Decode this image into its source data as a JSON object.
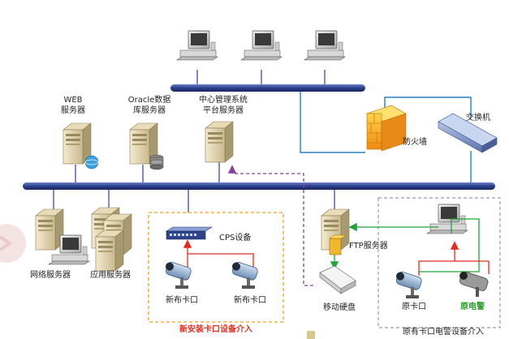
{
  "labels": {
    "web_server": [
      "WEB",
      "服务器"
    ],
    "oracle_server": [
      "Oracle数据",
      "库服务器"
    ],
    "center_server": [
      "中心管理系统",
      "平台服务器"
    ],
    "firewall": "防火墙",
    "switch": "交换机",
    "network_server": "网络服务器",
    "app_server": "应用服务器",
    "cps_device": "CPS设备",
    "new_checkpoint_1": "新布卡口",
    "new_checkpoint_2": "新布卡口",
    "new_group_title": "新安装卡口设备介入",
    "ftp_server": "FTP服务器",
    "mobile_disk": "移动硬盘",
    "orig_checkpoint": "原卡口",
    "orig_telecom": "原电警",
    "orig_group_title": "原有卡口电警设备介入"
  },
  "colors": {
    "bus": "#2c3f8a",
    "blue_link": "#2a7fbf",
    "red_link": "#e02b20",
    "green_link": "#22a33a",
    "purple_link": "#8a3fa0",
    "new_group_border": "#f0a020",
    "orig_group_border": "#999999"
  }
}
